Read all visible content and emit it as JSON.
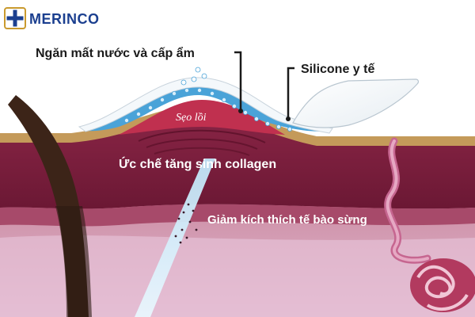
{
  "brand": {
    "name": "MERINCO"
  },
  "labels": {
    "moisture": "Ngăn mất nước và cấp ẩm",
    "silicone": "Silicone y tế",
    "scar": "Sẹo lồi",
    "collagen": "Ức chế tăng sinh collagen",
    "keratinocyte": "Giảm kích thích tế bào sừng"
  },
  "icons": [
    "cross-logo-icon",
    "hair-icon",
    "blood-vessel-icon",
    "gland-icon",
    "bubble-icon"
  ],
  "colors": {
    "brand_blue": "#1b3f8f",
    "brand_gold": "#c99a2e",
    "epidermis": "#c49a5a",
    "dermis": "#7a1f3d",
    "deep_dermis": "#d7a4c0",
    "scar": "#b22a45",
    "silicone_blue": "#4aa3d8"
  }
}
